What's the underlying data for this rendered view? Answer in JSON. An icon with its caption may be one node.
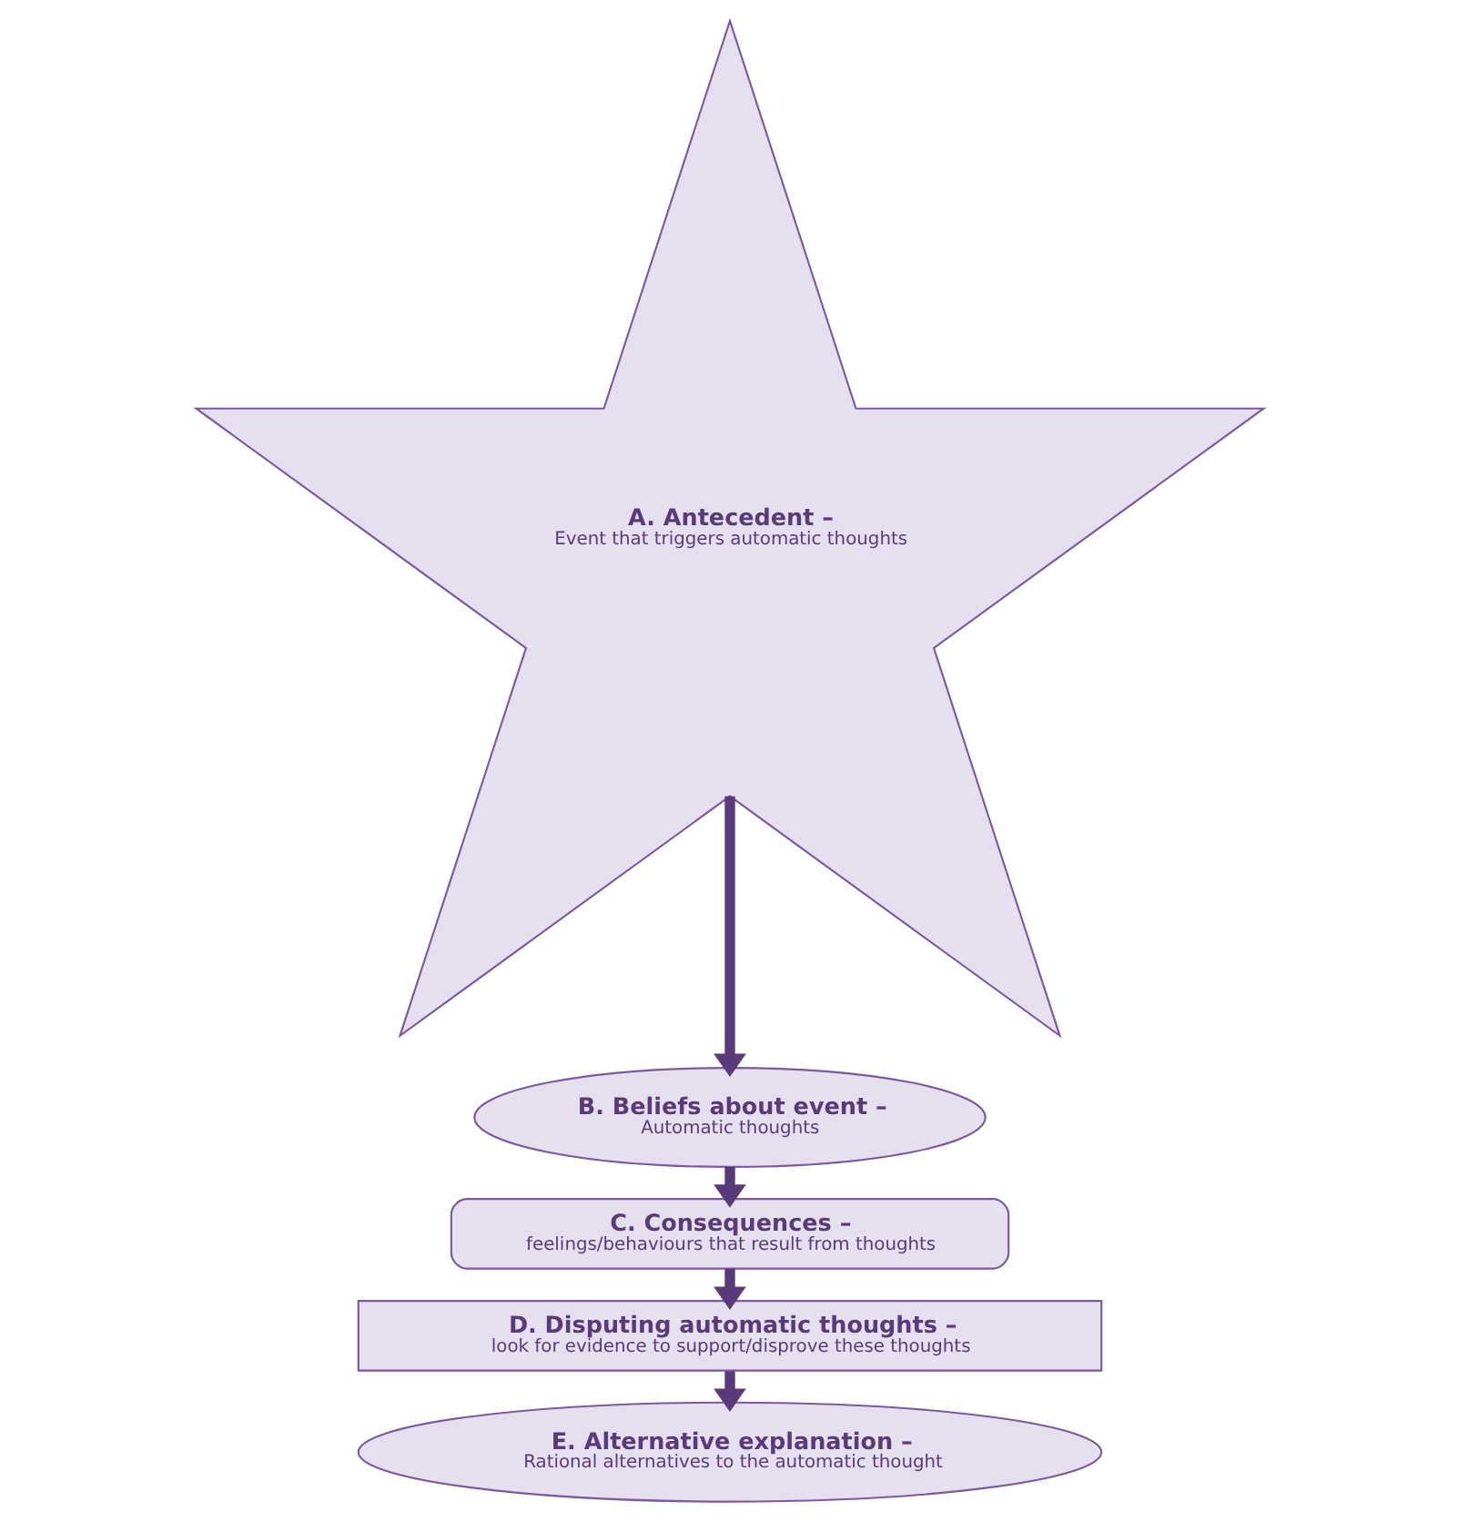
{
  "diagram": {
    "nodes": [
      {
        "text": [
          "A. Antecedent –",
          "Event that triggers automatic thoughts"
        ]
      },
      {
        "text": [
          "B. Beliefs about event –",
          "Automatic thoughts"
        ]
      },
      {
        "text": [
          "C. Consequences –",
          "feelings/behaviours that result from thoughts"
        ]
      },
      {
        "text": [
          "D. Disputing automatic thoughts –",
          "look for evidence to support/disprove these thoughts"
        ]
      },
      {
        "text": [
          "E. Alternative explanation –",
          "Rational alternatives to the automatic thought"
        ]
      }
    ],
    "edges": [
      {
        "from": 0,
        "to": 1,
        "arrow": "to"
      },
      {
        "from": 1,
        "to": 2,
        "arrow": "to"
      },
      {
        "from": 2,
        "to": 3,
        "arrow": "to"
      },
      {
        "from": 3,
        "to": 4,
        "arrow": "to"
      }
    ]
  }
}
